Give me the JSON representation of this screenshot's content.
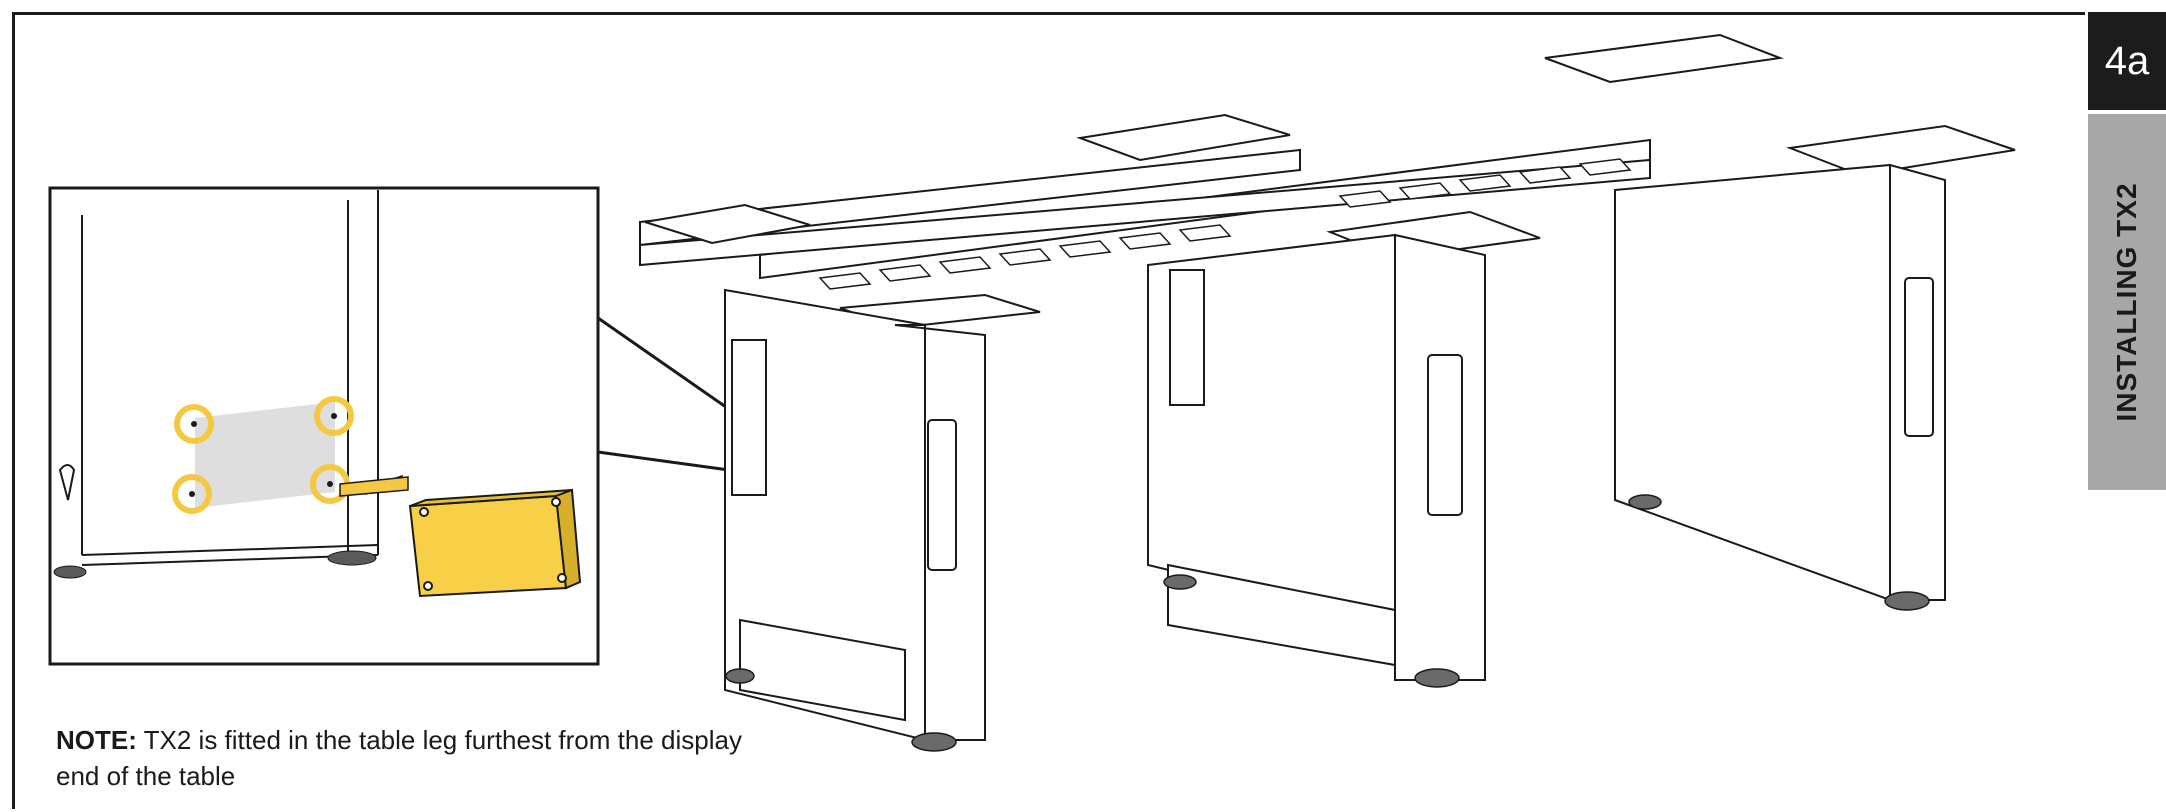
{
  "header": {
    "step_number": "4a",
    "section_title": "INSTALLING TX2"
  },
  "note": {
    "label": "NOTE:",
    "text": " TX2 is fitted in the table leg furthest from the display end of the table"
  },
  "colors": {
    "highlight": "#f5c842",
    "component_fill": "#f8d048",
    "line": "#1a1a1a",
    "tab_dark": "#1c1c1c",
    "tab_grey": "#a7a7a7"
  },
  "icons": {
    "arrow": "right-arrow-icon",
    "circles": "screw-location-icon"
  }
}
